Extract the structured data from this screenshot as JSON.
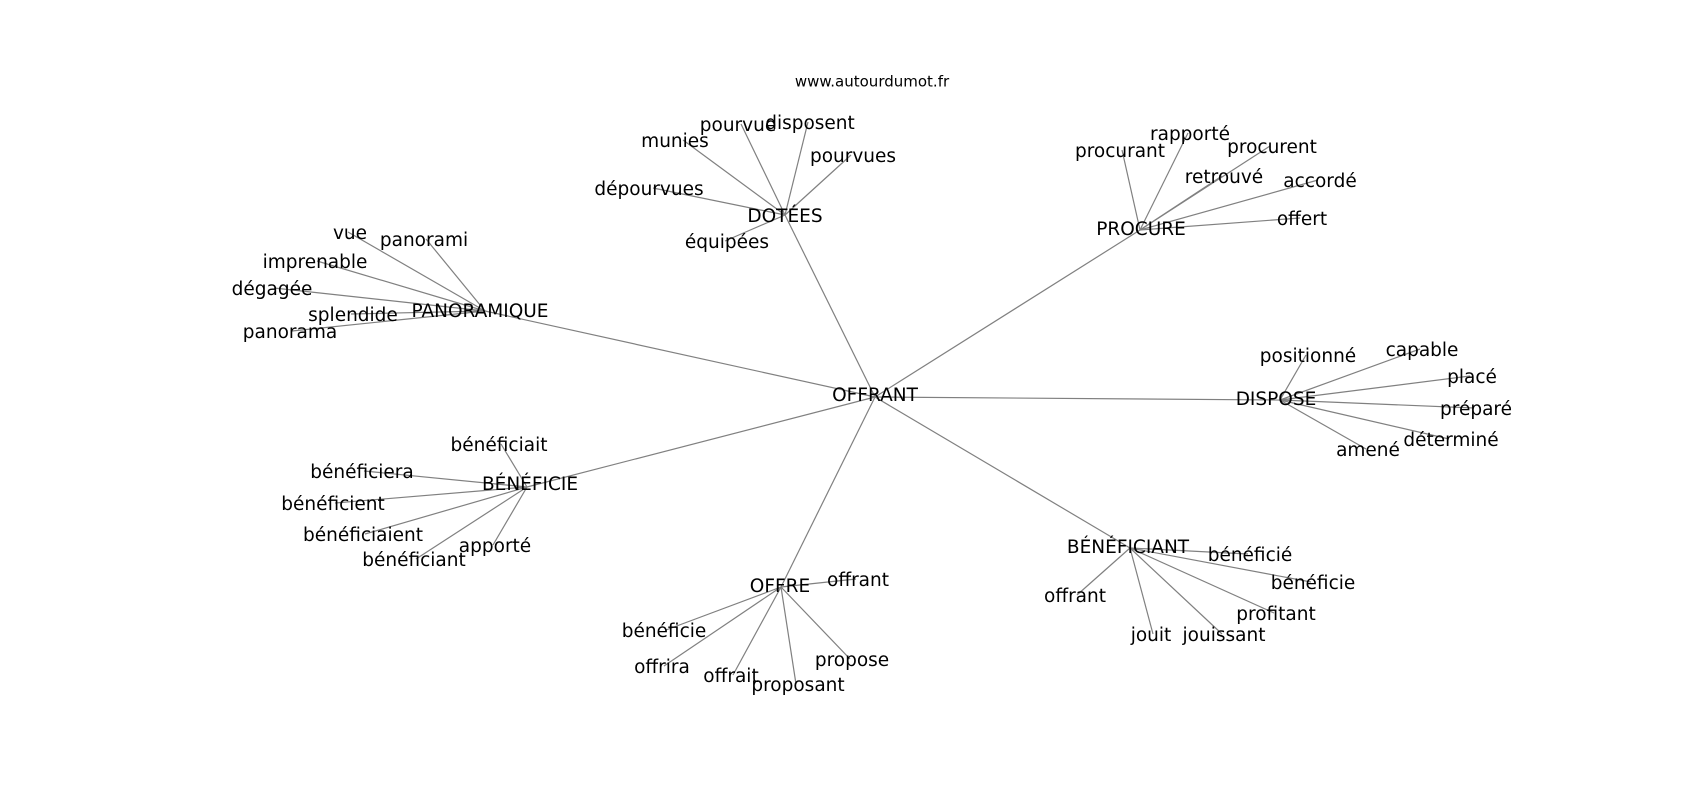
{
  "source": "www.autourdumot.fr",
  "center": "OFFRANT",
  "groups": [
    {
      "label": "DOTÉES",
      "words": [
        "pourvue",
        "disposent",
        "munies",
        "pourvues",
        "dépourvues",
        "équipées"
      ]
    },
    {
      "label": "PROCURE",
      "words": [
        "rapporté",
        "procurant",
        "procurent",
        "retrouvé",
        "accordé",
        "offert"
      ]
    },
    {
      "label": "PANORAMIQUE",
      "words": [
        "vue",
        "panorami",
        "imprenable",
        "dégagée",
        "splendide",
        "panorama"
      ]
    },
    {
      "label": "DISPOSE",
      "words": [
        "positionné",
        "capable",
        "placé",
        "préparé",
        "déterminé",
        "amené"
      ]
    },
    {
      "label": "BÉNÉFICIE",
      "words": [
        "bénéficiait",
        "bénéficiera",
        "bénéficient",
        "bénéficiaient",
        "apporté",
        "bénéficiant"
      ]
    },
    {
      "label": "BÉNÉFICIANT",
      "words": [
        "bénéficié",
        "bénéficie",
        "offrant",
        "profitant",
        "jouissant",
        "jouit"
      ]
    },
    {
      "label": "OFFRE",
      "words": [
        "offrant",
        "bénéficie",
        "offrira",
        "propose",
        "offrait",
        "proposant"
      ]
    }
  ]
}
